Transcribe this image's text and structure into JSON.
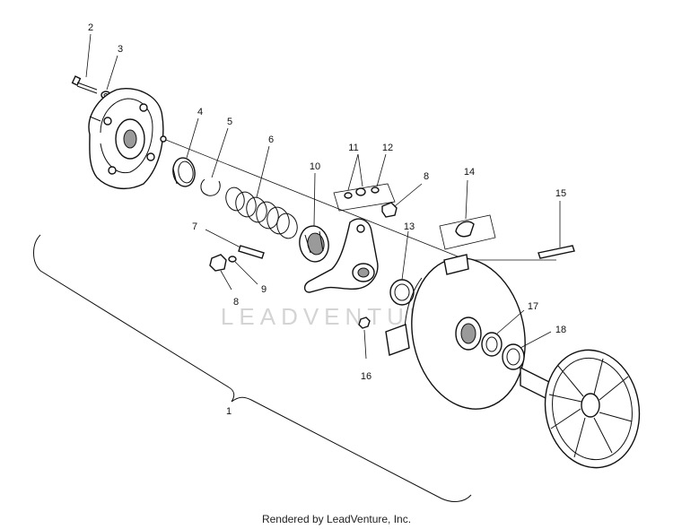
{
  "callouts": [
    {
      "id": "c1",
      "text": "1"
    },
    {
      "id": "c2",
      "text": "2"
    },
    {
      "id": "c3",
      "text": "3"
    },
    {
      "id": "c4",
      "text": "4"
    },
    {
      "id": "c5",
      "text": "5"
    },
    {
      "id": "c6",
      "text": "6"
    },
    {
      "id": "c7",
      "text": "7"
    },
    {
      "id": "c8a",
      "text": "8"
    },
    {
      "id": "c8b",
      "text": "8"
    },
    {
      "id": "c9",
      "text": "9"
    },
    {
      "id": "c10",
      "text": "10"
    },
    {
      "id": "c11",
      "text": "11"
    },
    {
      "id": "c12",
      "text": "12"
    },
    {
      "id": "c13",
      "text": "13"
    },
    {
      "id": "c14",
      "text": "14"
    },
    {
      "id": "c15",
      "text": "15"
    },
    {
      "id": "c16",
      "text": "16"
    },
    {
      "id": "c17",
      "text": "17"
    },
    {
      "id": "c18",
      "text": "18"
    }
  ],
  "watermark": "LEADVENTURE",
  "footer": "Rendered by LeadVenture, Inc."
}
